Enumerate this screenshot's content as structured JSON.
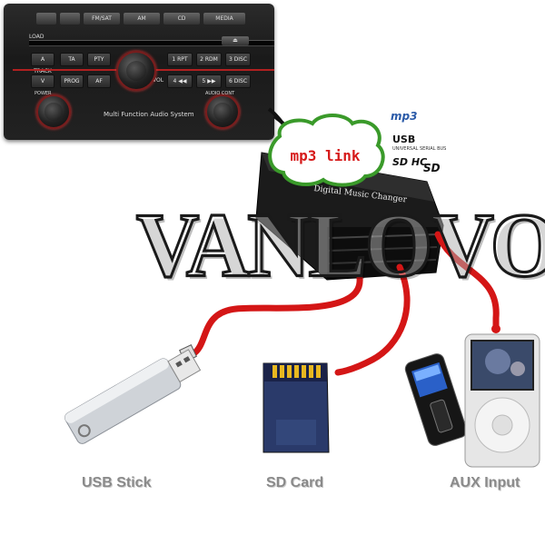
{
  "stereo": {
    "top_buttons": [
      "",
      "",
      "FM/SAT",
      "AM",
      "CD",
      "MEDIA"
    ],
    "load_label": "LOAD",
    "eject_icon": "eject-icon",
    "row1": [
      "A TRACK SEEK",
      "TA",
      "PTY",
      "1 RPT",
      "2 RDM",
      "3 DISC"
    ],
    "row2": [
      "V",
      "PROG",
      "AF",
      "VOL",
      "4 ◀◀",
      "5 ▶▶",
      "6 DISC"
    ],
    "left_knob_label": "POWER",
    "right_knob_label": "AUDIO CONT",
    "system_text": "Multi  Function  Audio  System"
  },
  "changer": {
    "bubble_text": "mp3 link",
    "box_text": "Digital Music Changer"
  },
  "logos": {
    "mp3": "mp3",
    "usb": "USB",
    "usb_sub": "UNIVERSAL SERIAL BUS",
    "sdhc": "SD HC",
    "sd": "SD"
  },
  "watermark": "VANLOVO",
  "captions": {
    "usb": "USB Stick",
    "sd": "SD Card",
    "aux": "AUX Input"
  },
  "colors": {
    "cable_red": "#d41616",
    "bubble_green": "#3a9a2a",
    "bubble_text": "#d61a1a",
    "caption_gray": "#8a8a8a"
  }
}
